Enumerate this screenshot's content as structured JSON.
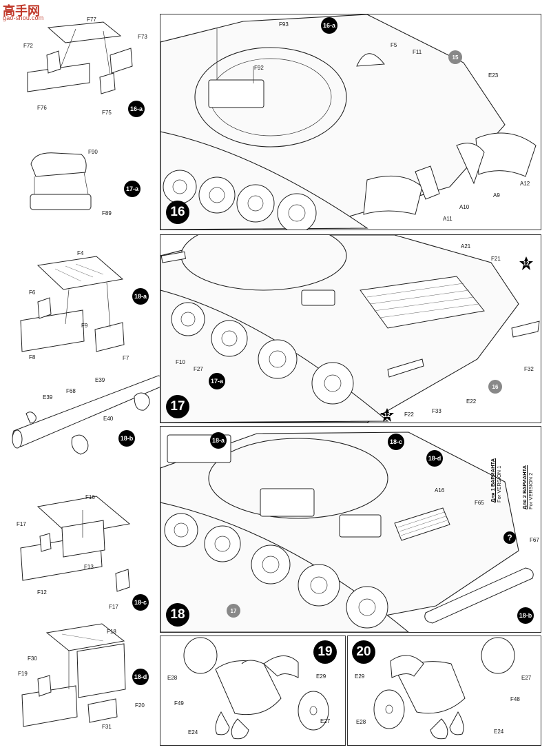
{
  "watermark": {
    "title": "高手网",
    "url": "gao-shou.com"
  },
  "left_column": {
    "a16": {
      "labels": [
        "F77",
        "F72",
        "F73",
        "F76",
        "F75"
      ],
      "badge": "16-a"
    },
    "a17": {
      "labels": [
        "F90",
        "F89"
      ],
      "badge": "17-a"
    },
    "a18a": {
      "labels": [
        "F4",
        "F6",
        "F9",
        "F8",
        "F7"
      ],
      "badge": "18-a"
    },
    "a18b": {
      "labels": [
        "E39",
        "E39",
        "F68",
        "E40"
      ],
      "badge": "18-b"
    },
    "a18c": {
      "labels": [
        "F16",
        "F17",
        "F13",
        "F12",
        "F17"
      ],
      "badge": "18-c"
    },
    "a18d": {
      "labels": [
        "F18",
        "F30",
        "F19",
        "F20",
        "F31"
      ],
      "badge": "18-d"
    }
  },
  "step16": {
    "number": "16",
    "labels": [
      "F93",
      "F92",
      "F5",
      "F11",
      "E23",
      "A12",
      "A9",
      "A10",
      "A11"
    ],
    "sub": "16-a",
    "ref": "15"
  },
  "step17": {
    "number": "17",
    "labels": [
      "A21",
      "F21",
      "F32",
      "F10",
      "F27",
      "F22",
      "F33",
      "E22"
    ],
    "sub": "17-a",
    "ref": "16",
    "stars": [
      "12",
      "12"
    ]
  },
  "step18": {
    "number": "18",
    "labels": [
      "A16",
      "F65",
      "F67"
    ],
    "subs": [
      "18-a",
      "18-c",
      "18-d",
      "18-b"
    ],
    "ref": "17",
    "version1": {
      "ru": "Для 1 ВАРИАНТА",
      "en": "For VERSION 1"
    },
    "version2": {
      "ru": "Для 2 ВАРИАНТА",
      "en": "For VERSION 2"
    },
    "question": "?"
  },
  "step19": {
    "number": "19",
    "labels": [
      "E28",
      "E29",
      "F49",
      "E27",
      "E24"
    ]
  },
  "step20": {
    "number": "20",
    "labels": [
      "E29",
      "E27",
      "F48",
      "E28",
      "E24"
    ]
  }
}
